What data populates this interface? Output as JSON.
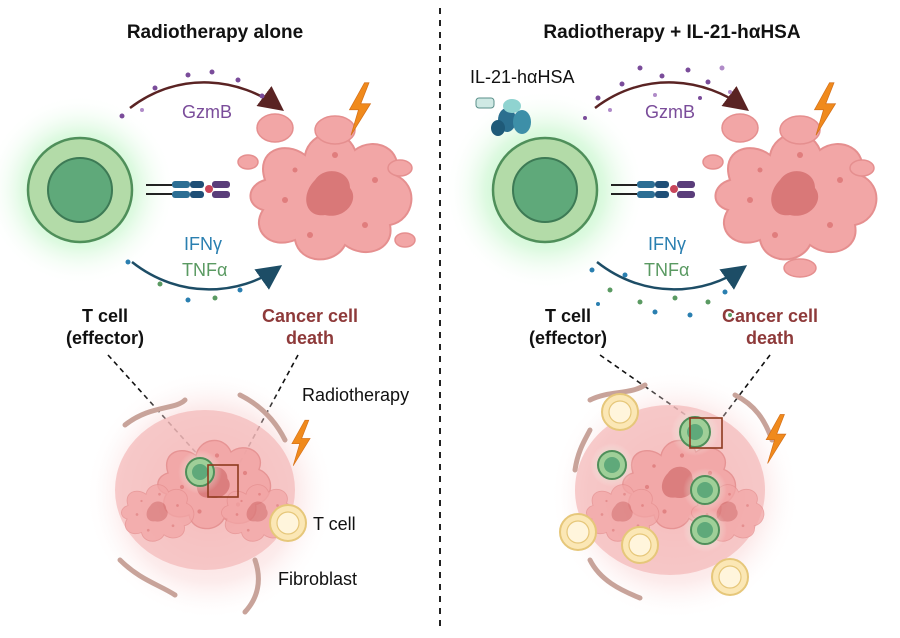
{
  "left": {
    "title": "Radiotherapy alone",
    "gzmb": "GzmB",
    "ifng": "IFNγ",
    "tnfa": "TNFα",
    "tcell_line1": "T cell",
    "tcell_line2": "(effector)",
    "death_line1": "Cancer cell",
    "death_line2": "death",
    "radiotherapy": "Radiotherapy",
    "tcell_small": "T cell",
    "fibroblast": "Fibroblast"
  },
  "right": {
    "title": "Radiotherapy + IL-21-hαHSA",
    "il21": "IL-21-hαHSA",
    "gzmb": "GzmB",
    "ifng": "IFNγ",
    "tnfa": "TNFα",
    "tcell_line1": "T cell",
    "tcell_line2": "(effector)",
    "death_line1": "Cancer cell",
    "death_line2": "death"
  },
  "colors": {
    "tcell_fill": "#9fcf98",
    "tcell_nucleus": "#5fa97a",
    "cancer_fill": "#f2a6a6",
    "cancer_dark": "#d97878",
    "lightning": "#f08a1c",
    "death_text": "#8e3a3a",
    "gzmb_text": "#7a4c9a",
    "ifng_text": "#2a7fb0",
    "tnfa_text": "#5a9a62"
  }
}
